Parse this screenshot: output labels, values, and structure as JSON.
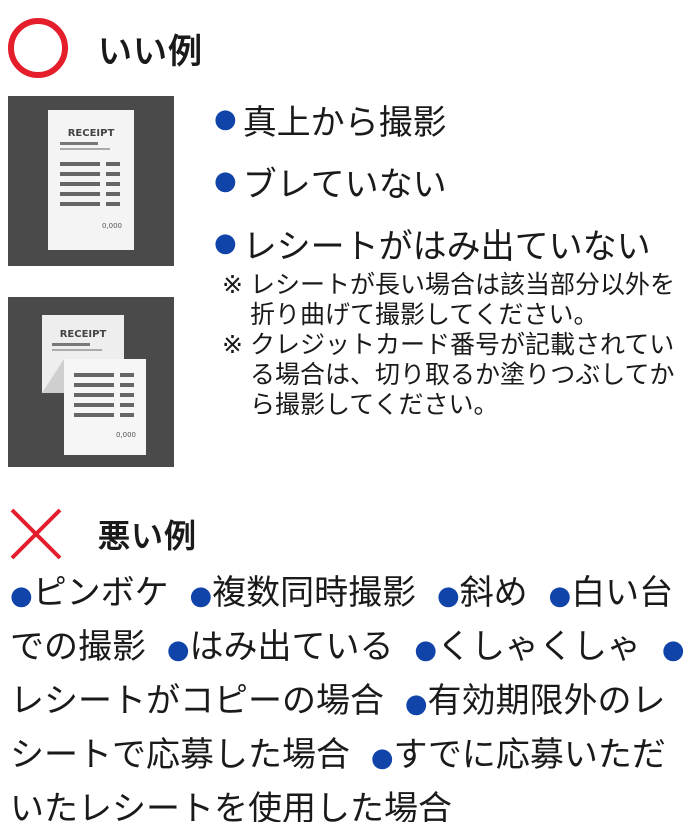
{
  "good": {
    "title": "いい例",
    "points": [
      "真上から撮影",
      "ブレていない",
      "レシートがはみ出ていない"
    ],
    "notes": [
      {
        "mark": "※",
        "text": "レシートが長い場合は該当部分以外を折り曲げて撮影してください。"
      },
      {
        "mark": "※",
        "text": "クレジットカード番号が記載されている場合は、切り取るか塗りつぶしてから撮影してください。"
      }
    ],
    "receipt_label": "RECEIPT",
    "receipt_total": "0,000"
  },
  "bad": {
    "title": "悪い例",
    "items": [
      "ピンボケ",
      "複数同時撮影",
      "斜め",
      "白い台での撮影",
      "はみ出ている",
      "くしゃくしゃ",
      "レシートがコピーの場合",
      "有効期限外のレシートで応募した場合",
      "すでに応募いただいたレシートを使用した場合"
    ]
  },
  "bullet": "●",
  "colors": {
    "good_circle": "#e41e2b",
    "bad_x": "#e41e2b",
    "bullet": "#1144a8",
    "photo_bg": "#4a4a4a"
  }
}
